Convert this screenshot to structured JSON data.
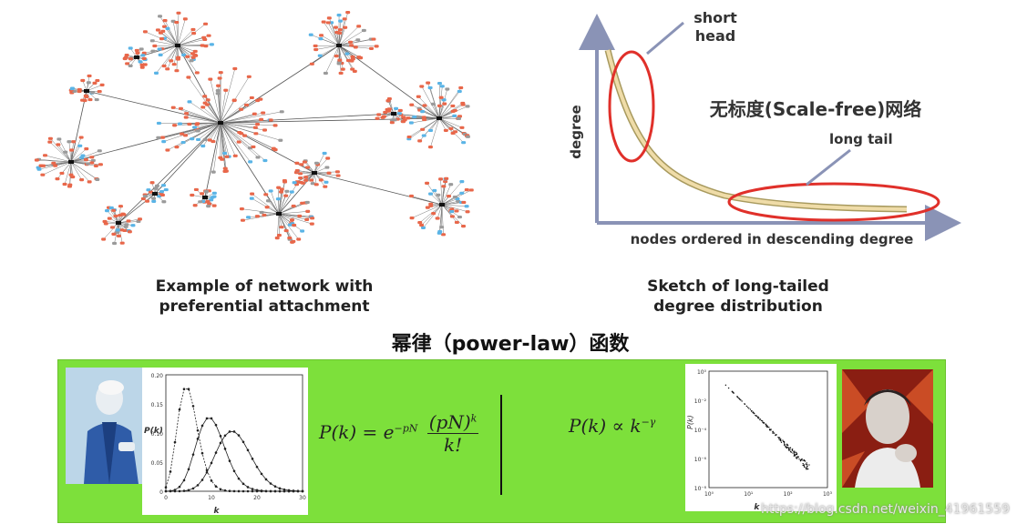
{
  "network_caption": {
    "line1": "Example of network with",
    "line2": "preferential attachment"
  },
  "sketch": {
    "title": "无标度(Scale-free)网络",
    "short_head_l1": "short",
    "short_head_l2": "head",
    "long_tail": "long tail",
    "ylabel": "degree",
    "xlabel": "nodes ordered in descending degree",
    "caption_l1": "Sketch of long-tailed",
    "caption_l2": "degree distribution"
  },
  "power_law_title": "幂律（power-law）函数",
  "poisson_plot": {
    "ylabel": "P(k)",
    "xlabel": "k",
    "yticks": [
      "0.20",
      "0.15",
      "0.10",
      "0.05",
      "0"
    ],
    "xticks": [
      "0",
      "10",
      "20",
      "30"
    ]
  },
  "formula_poisson_base": "P(k) = e",
  "formula_poisson_exp": "−pN",
  "formula_poisson_num": "(pN)",
  "formula_poisson_num_exp": "k",
  "formula_poisson_den": "k!",
  "formula_powerlaw_base": "P(k) ∝ k",
  "formula_powerlaw_exp": "−γ",
  "loglog_plot": {
    "ylabel": "P(k)",
    "xlabel": "k",
    "yticks": [
      "10⁰",
      "10⁻²",
      "10⁻⁴",
      "10⁻⁶",
      "10⁻⁸"
    ],
    "xticks": [
      "10⁰",
      "10¹",
      "10²",
      "10³"
    ]
  },
  "watermark": "https://blog.csdn.net/weixin_41961559",
  "colors": {
    "node_red": "#e8674a",
    "node_blue": "#5ab4e6",
    "node_gray": "#9a9a9a",
    "hub": "#111111",
    "green_bg": "#7de03b",
    "ellipse": "#e0302a",
    "curve": "#d9c58a"
  }
}
